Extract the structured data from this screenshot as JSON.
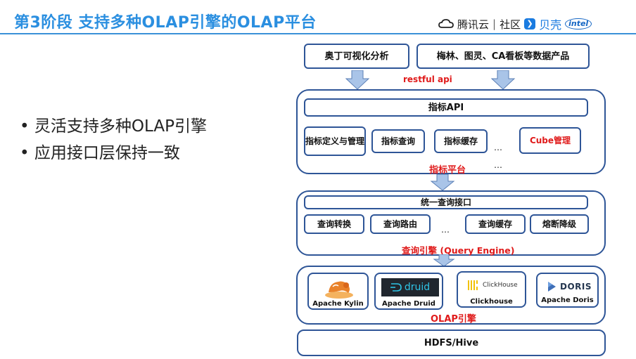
{
  "slide": {
    "title": "第3阶段 支持多种OLAP引擎的OLAP平台",
    "brand": {
      "tencent_cloud": "腾讯云",
      "community": "社区",
      "beike": "贝壳",
      "intel": "intel"
    },
    "bullets": [
      "灵活支持多种OLAP引擎",
      "应用接口层保持一致"
    ]
  },
  "diagram": {
    "consumers": [
      "奥丁可视化分析",
      "梅林、图灵、CA看板等数据产品"
    ],
    "restful_label": "restful api",
    "metric_layer": {
      "top": "指标API",
      "items": [
        "指标定义与管理",
        "指标查询",
        "指标缓存",
        "Cube管理"
      ],
      "ellipsis": "…",
      "label": "指标平台"
    },
    "query_layer": {
      "top": "统一查询接口",
      "items": [
        "查询转换",
        "查询路由",
        "查询缓存",
        "熔断降级"
      ],
      "ellipsis": "…",
      "label": "查询引擎 (Query Engine)"
    },
    "olap_layer": {
      "engines": [
        {
          "name": "Apache Kylin",
          "icon": "kylin-logo-icon"
        },
        {
          "name": "Apache Druid",
          "logo_text": "druid",
          "icon": "druid-logo-icon"
        },
        {
          "name": "Clickhouse",
          "logo_text": "ClickHouse",
          "icon": "clickhouse-logo-icon"
        },
        {
          "name": "Apache Doris",
          "logo_text": "DORIS",
          "icon": "doris-logo-icon"
        }
      ],
      "label": "OLAP引擎"
    },
    "storage": "HDFS/Hive",
    "colors": {
      "border": "#2e5597",
      "label_red": "#e01b1b",
      "arrow_fill": "#a9c4e8",
      "title_blue": "#2b8fe0"
    }
  }
}
